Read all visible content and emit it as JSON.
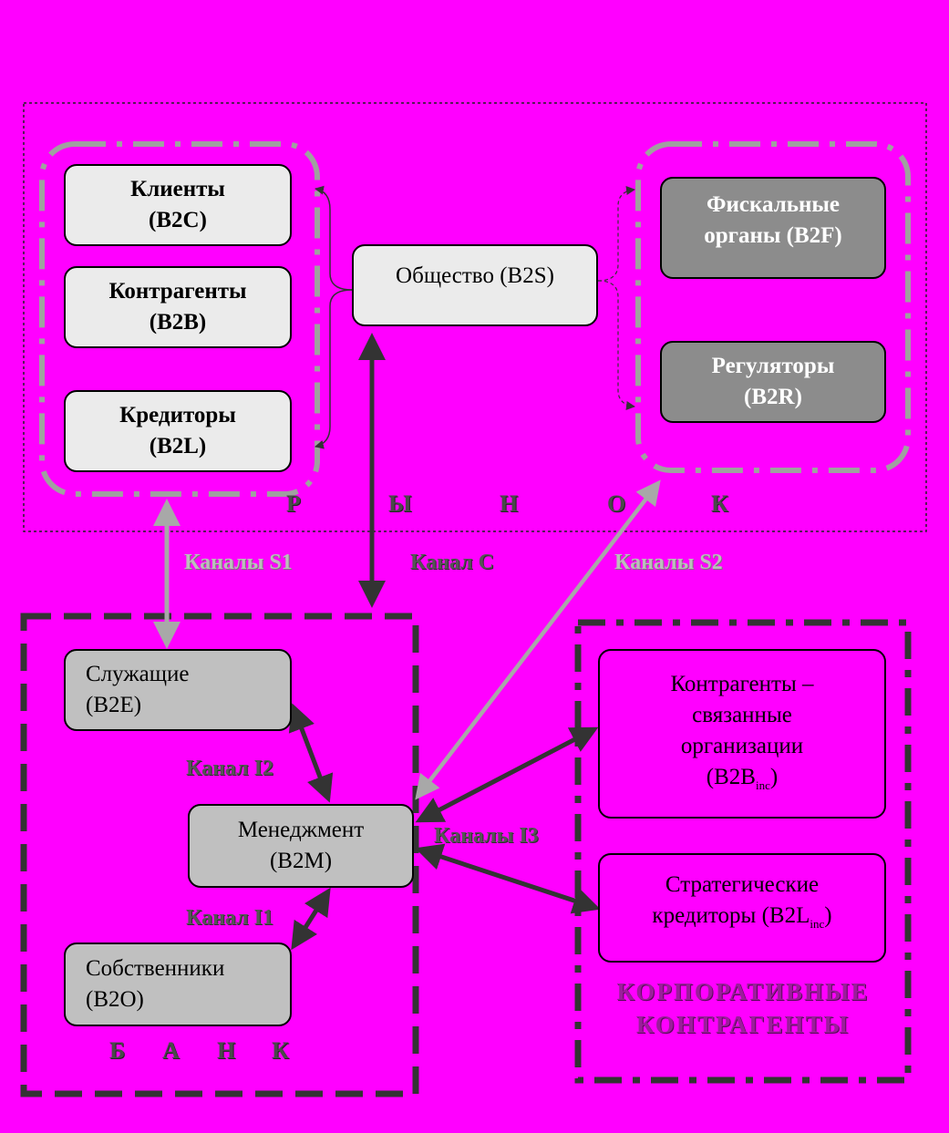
{
  "market": {
    "letters": [
      "Р",
      "Ы",
      "Н",
      "О",
      "К"
    ],
    "clients": {
      "line1": "Клиенты",
      "line2": "(B2C)"
    },
    "counterparties": {
      "line1": "Контрагенты",
      "line2": "(B2B)"
    },
    "creditors": {
      "line1": "Кредиторы",
      "line2": "(B2L)"
    },
    "society": {
      "line1": "Общество (B2S)"
    },
    "fiscal": {
      "line1": "Фискальные",
      "line2": "органы (B2F)"
    },
    "regulators": {
      "line1": "Регуляторы",
      "line2": "(B2R)"
    }
  },
  "bank": {
    "letters": [
      "Б",
      "А",
      "Н",
      "К"
    ],
    "employees": {
      "line1": "Служащие",
      "line2": "(B2E)"
    },
    "management": {
      "line1": "Менеджмент",
      "line2": "(B2M)"
    },
    "owners": {
      "line1": "Собственники",
      "line2": "(B2O)"
    }
  },
  "corporate": {
    "title_line1": "КОРПОРАТИВНЫЕ",
    "title_line2": "КОНТРАГЕНТЫ",
    "related": {
      "line1": "Контрагенты –",
      "line2": "связанные",
      "line3": "организации",
      "line4_main": "(B2B",
      "line4_sub": "inc",
      "line4_end": ")"
    },
    "strategic": {
      "line1": "Стратегические",
      "line2_main": "кредиторы (B2L",
      "line2_sub": "inc",
      "line2_end": ")"
    }
  },
  "channels": {
    "s1": "Каналы S1",
    "c": "Канал C",
    "s2": "Каналы S2",
    "i2": "Канал I2",
    "i3": "Каналы I3",
    "i1": "Канал I1"
  },
  "colors": {
    "background": "#ff00ff",
    "light_box": "#ebebeb",
    "dark_box": "#8c8c8c",
    "mid_box": "#c0c0c0",
    "gray_arrow": "#a8a8a8",
    "dark_arrow": "#333333"
  }
}
